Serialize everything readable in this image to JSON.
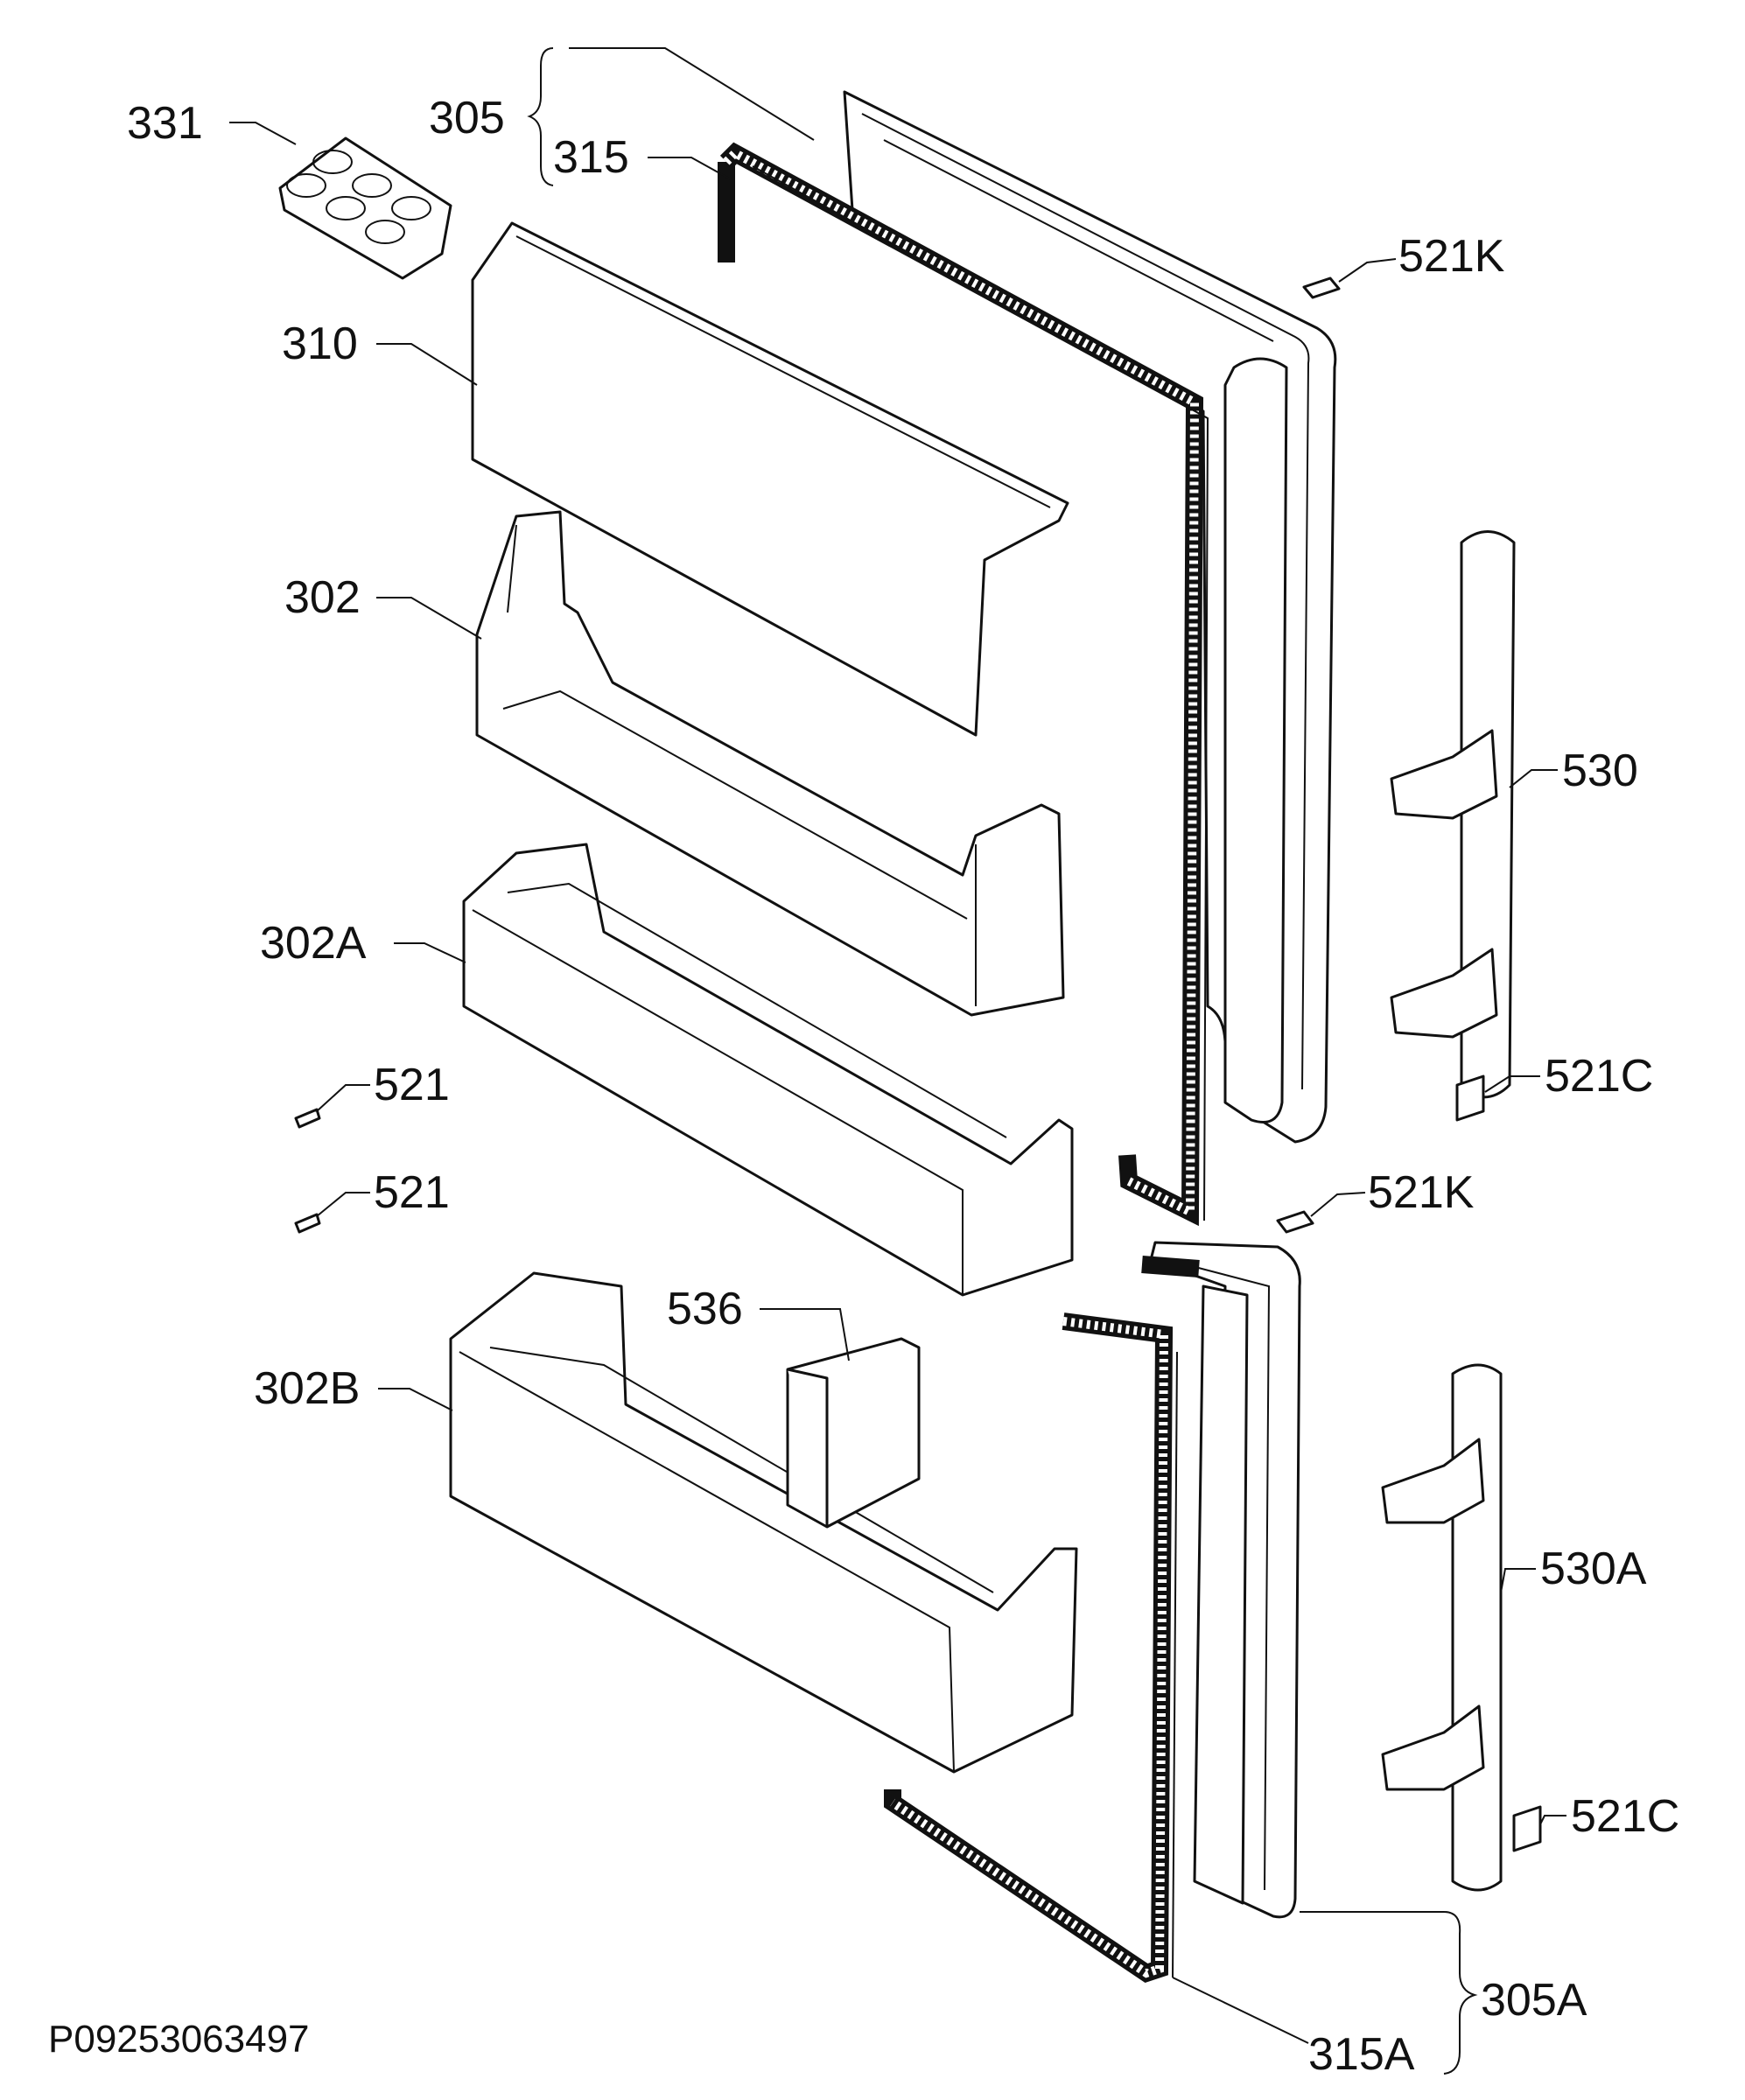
{
  "drawing_code": "P09253063497",
  "labels": {
    "l331": "331",
    "l305": "305",
    "l315": "315",
    "l521k_top": "521K",
    "l310": "310",
    "l302": "302",
    "l530": "530",
    "l302a": "302A",
    "l521_a": "521",
    "l521c_top": "521C",
    "l521k_mid": "521K",
    "l521_b": "521",
    "l536": "536",
    "l302b": "302B",
    "l530a": "530A",
    "l521c_bot": "521C",
    "l305a": "305A",
    "l315a": "315A"
  },
  "colors": {
    "line": "#111111",
    "background": "#ffffff"
  }
}
